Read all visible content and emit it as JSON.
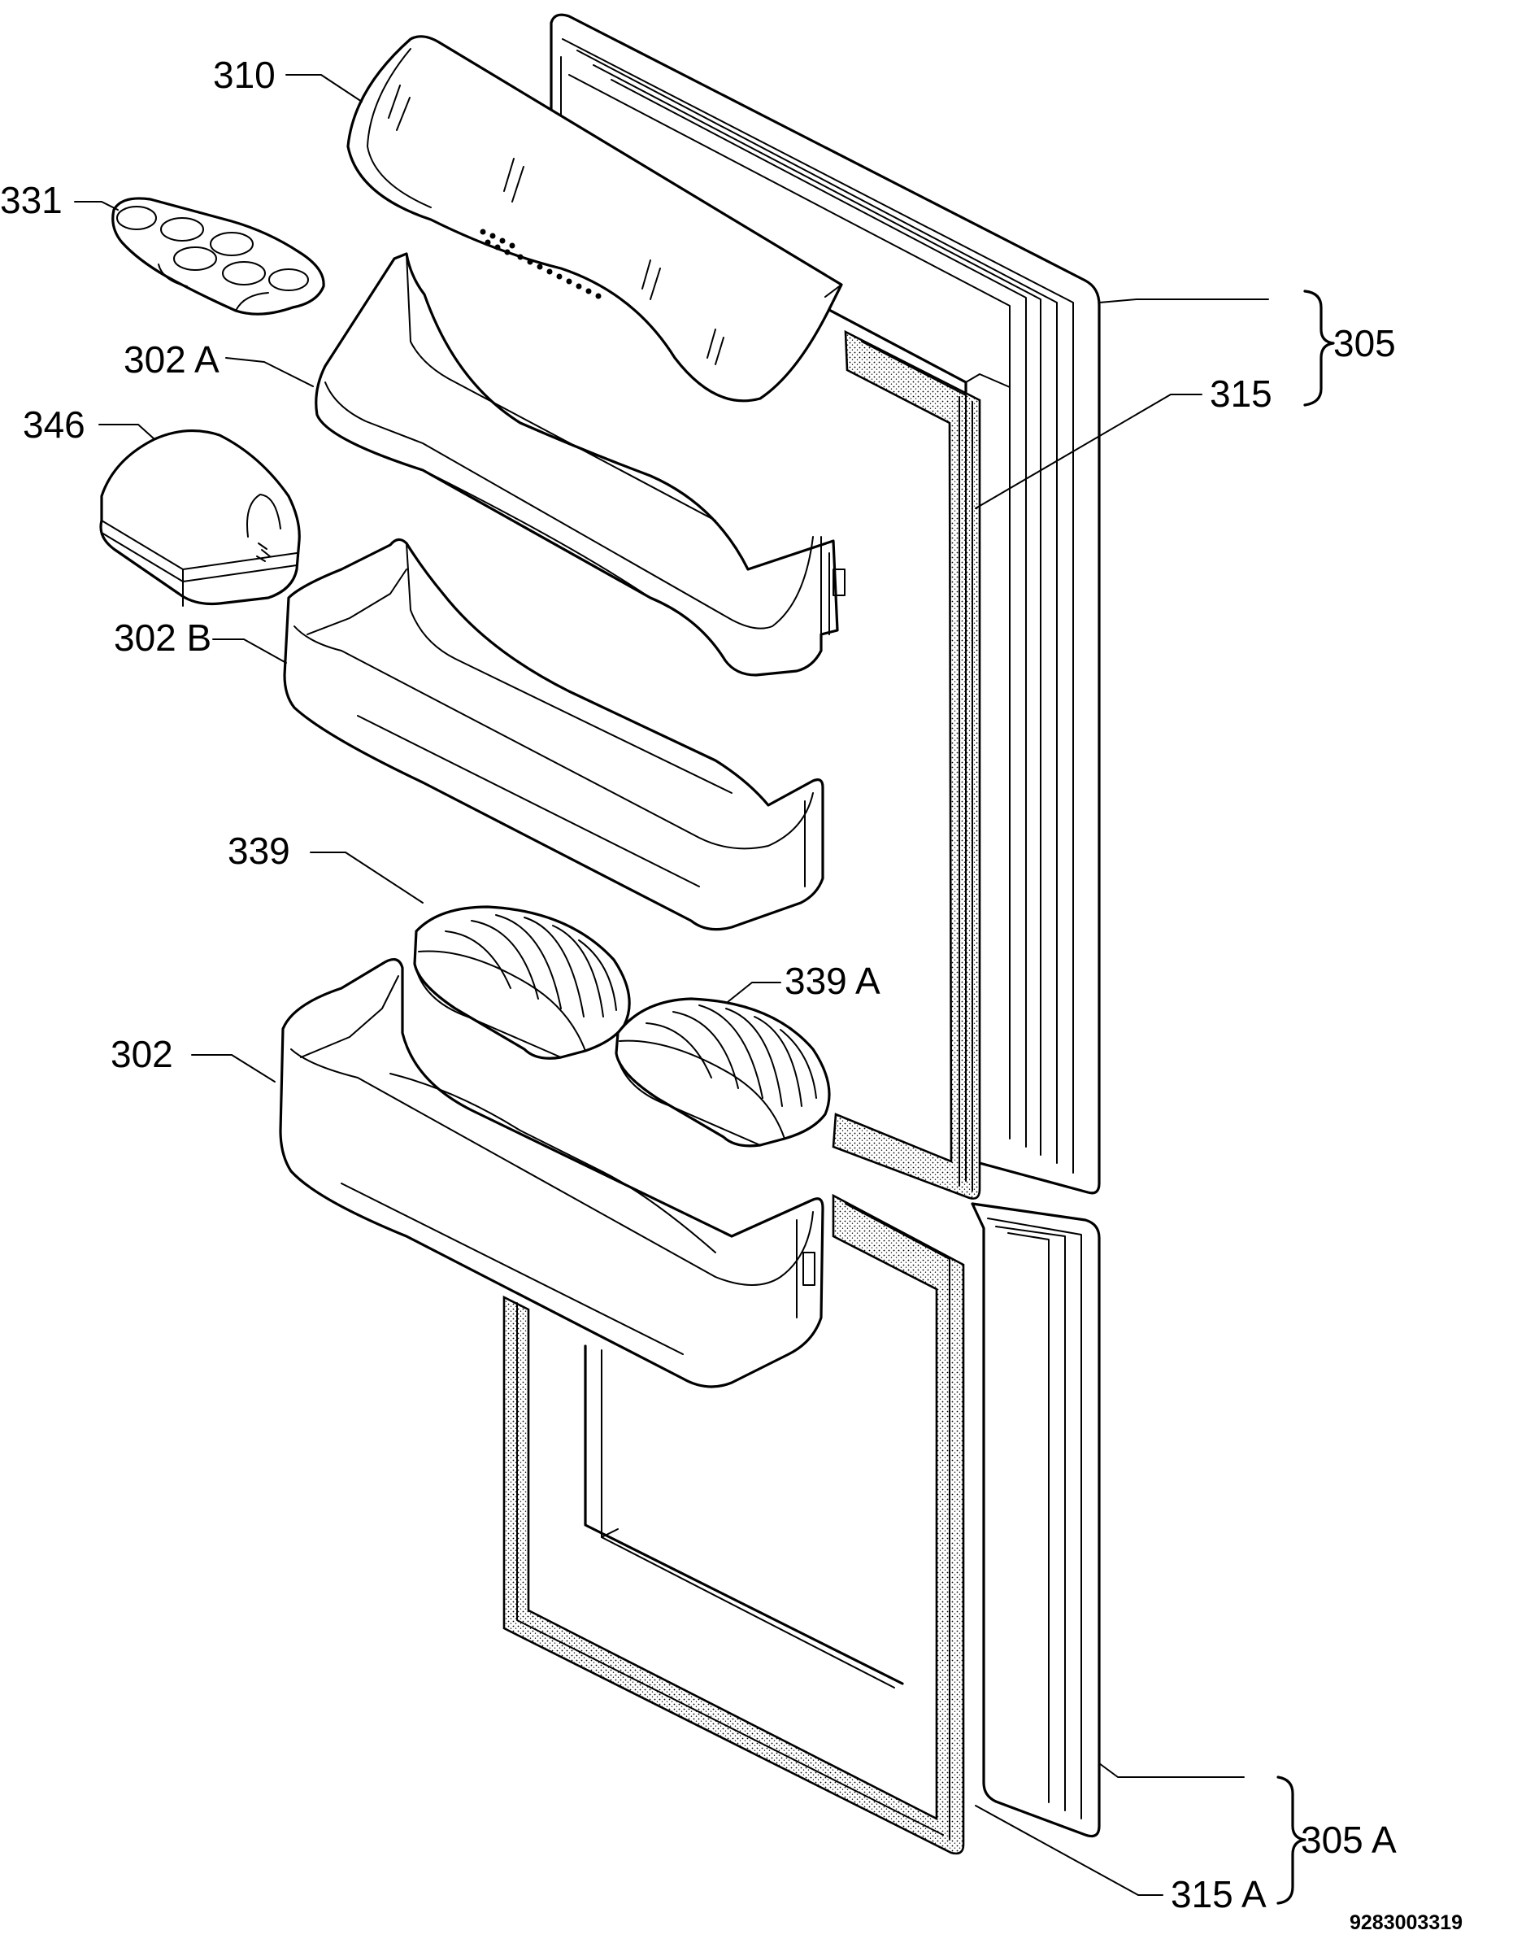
{
  "diagram": {
    "labels": {
      "part_310": "310",
      "part_331": "331",
      "part_302A": "302 A",
      "part_346": "346",
      "part_302B": "302 B",
      "part_339": "339",
      "part_339A": "339 A",
      "part_302": "302",
      "part_305": "305",
      "part_315": "315",
      "part_305A": "305 A",
      "part_315A": "315 A"
    },
    "drawing_code": "9283003319"
  }
}
